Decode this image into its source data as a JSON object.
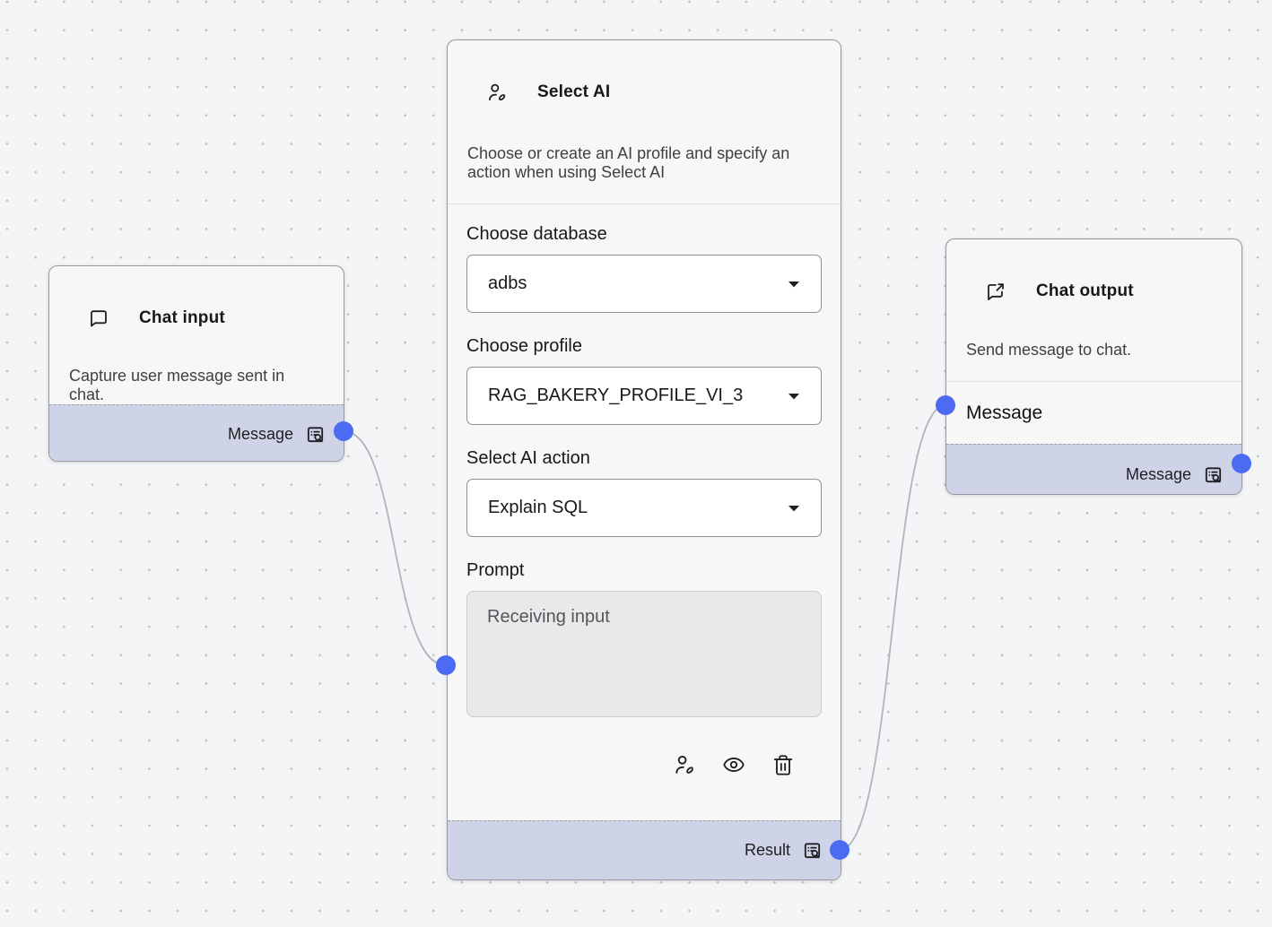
{
  "canvas": {
    "background_color": "#f4f5f7",
    "grid_dot_color": "#c0c2ca",
    "port_color": "#4b6bf2",
    "edge_color": "#b3b4bb",
    "footer_color": "#cfd3e7"
  },
  "nodes": {
    "chat_input": {
      "icon": "chat-bubble-icon",
      "title": "Chat input",
      "description": "Capture user message sent in chat.",
      "output_port": {
        "label": "Message",
        "icon": "list-search-icon"
      }
    },
    "select_ai": {
      "icon": "user-pen-icon",
      "title": "Select AI",
      "description": "Choose or create an AI profile and specify an action when using Select AI",
      "fields": [
        {
          "label": "Choose database",
          "type": "select",
          "value": "adbs"
        },
        {
          "label": "Choose profile",
          "type": "select",
          "value": "RAG_BAKERY_PROFILE_VI_3"
        },
        {
          "label": "Select AI action",
          "type": "select",
          "value": "Explain SQL"
        },
        {
          "label": "Prompt",
          "type": "textarea",
          "placeholder": "Receiving input",
          "value": ""
        }
      ],
      "action_icons": [
        "user-pen-icon",
        "eye-icon",
        "trash-icon"
      ],
      "output_port": {
        "label": "Result",
        "icon": "list-search-icon"
      }
    },
    "chat_output": {
      "icon": "chat-share-icon",
      "title": "Chat output",
      "description": "Send message to chat.",
      "input_port": {
        "label": "Message"
      },
      "output_port": {
        "label": "Message",
        "icon": "list-search-icon"
      }
    }
  }
}
